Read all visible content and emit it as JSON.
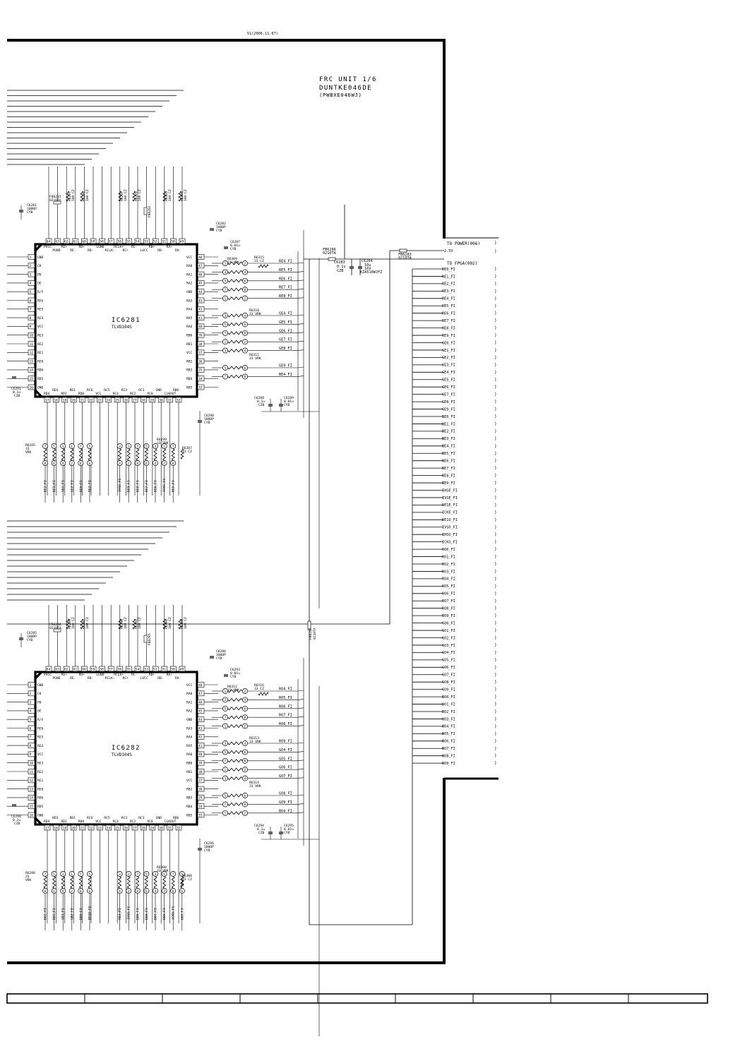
{
  "header": {
    "revision": "51(2006.11.07)"
  },
  "unit": {
    "title": "FRC UNIT 1/6",
    "code": "DUNTKE046DE",
    "pwb": "(PWBXE046WJ)"
  },
  "connectors": {
    "power_label": "TO POWER(006)",
    "power_net": "2.5V",
    "fpga_label": "TO FPGA(002)",
    "fpga_signals": [
      "RE0_FI",
      "RE1_FI",
      "RE2_FI",
      "RE3_FI",
      "RE4_FI",
      "RE5_FI",
      "RE6_FI",
      "RE7_FI",
      "RE8_FI",
      "RE9_FI",
      "GE0_FI",
      "GE1_FI",
      "GE2_FI",
      "GE3_FI",
      "GE4_FI",
      "GE5_FI",
      "GE6_FI",
      "GE7_FI",
      "GE8_FI",
      "GE9_FI",
      "BE0_FI",
      "BE1_FI",
      "BE2_FI",
      "BE3_FI",
      "BE4_FI",
      "BE5_FI",
      "BE6_FI",
      "BE7_FI",
      "BE8_FI",
      "BE9_FI",
      "IHSE_FI",
      "IVSE_FI",
      "DE1E_FI",
      "ICKE_FI",
      "DE1O_FI",
      "IVSO_FI",
      "IHSO_FI",
      "ICKO_FI",
      "RO0_FI",
      "RO1_FI",
      "RO2_FI",
      "RO3_FI",
      "RO4_FI",
      "RO5_FI",
      "RO6_FI",
      "RO7_FI",
      "RO8_FI",
      "RO9_FI",
      "GO0_FI",
      "GO1_FI",
      "GO2_FI",
      "GO3_FI",
      "GO4_FI",
      "GO5_FI",
      "GO6_FI",
      "GO7_FI",
      "GO8_FI",
      "GO9_FI",
      "BO0_FI",
      "BO1_FI",
      "BO2_FI",
      "BO3_FI",
      "BO4_FI",
      "BO5_FI",
      "BO6_FI",
      "BO7_FI",
      "BO8_FI",
      "BO9_FI"
    ]
  },
  "ics": [
    {
      "ref": "IC6281",
      "part": "TLVD104S",
      "top_pins": [
        "64",
        "63",
        "62",
        "61",
        "60",
        "59",
        "58",
        "57",
        "56",
        "55",
        "54",
        "53",
        "52",
        "51",
        "50",
        "49"
      ],
      "top_labels": [
        "PVCC",
        "PGND",
        "RE+",
        "RE-",
        "RD+",
        "RD-",
        "LGND",
        "RCLK-",
        "RCLK+",
        "RC+",
        "RC-",
        "LVCC",
        "RB+",
        "RB-",
        "RA+",
        "RA-"
      ],
      "left_pins": [
        "1",
        "2",
        "3",
        "4",
        "5",
        "6",
        "7",
        "8",
        "9",
        "10",
        "11",
        "12",
        "13",
        "14",
        "15",
        "16"
      ],
      "left_labels": [
        "GND",
        "CK",
        "PD",
        "OE",
        "R/F",
        "RE6",
        "RE5",
        "RE4",
        "VCC",
        "RE3",
        "RE2",
        "RE1",
        "RE0",
        "RD6",
        "RD5",
        "GND"
      ],
      "right_pins": [
        "48",
        "47",
        "46",
        "45",
        "44",
        "43",
        "42",
        "41",
        "40",
        "39",
        "38",
        "37",
        "36",
        "35",
        "34",
        "33"
      ],
      "right_labels": [
        "VCC",
        "RA0",
        "RA1",
        "RA2",
        "GND",
        "RA3",
        "RA4",
        "RA5",
        "RA6",
        "RB0",
        "RB1",
        "VCC",
        "RB2",
        "RB3",
        "RB4",
        "RB5"
      ],
      "bottom_pins": [
        "17",
        "18",
        "19",
        "20",
        "21",
        "22",
        "23",
        "24",
        "25",
        "26",
        "27",
        "28",
        "29",
        "30",
        "31",
        "32"
      ],
      "bottom_labels": [
        "RD4",
        "RD3",
        "RD2",
        "RD1",
        "RD0",
        "RC6",
        "VCC",
        "RC5",
        "RC4",
        "RC3",
        "RC2",
        "RC1",
        "RC0",
        "GND",
        "CLKOUT",
        "RB6"
      ],
      "outputs": [
        "RE4_FI",
        "RE5_FI",
        "RE6_FI",
        "RE7_FI",
        "RE8_FI",
        "GE4_FI",
        "GE5_FI",
        "GE6_FI",
        "GE7_FI",
        "GE8_FI",
        "GE9_FI",
        "BE4_FI"
      ],
      "bottom_outputs": [
        "BE2_FI",
        "BE1_FI",
        "GE3_FI",
        "GE2_FI",
        "BE0_FI",
        "RE3_FI",
        "IVSE_FI",
        "BE9_FI",
        "BE8_FI",
        "BE7_FI",
        "BE6_FI",
        "ICKE_FI",
        "BE5_FI"
      ],
      "parts": {
        "r_top": [
          "R6287",
          "R6291",
          "R6297",
          "R6301",
          "R6303",
          "R6305"
        ],
        "r_top_val": "100 CZ",
        "fb_top": "FB6281",
        "fb_top_val": "0210TA",
        "fb_mid": "FB6282",
        "c_left": "C6281",
        "c_left_val": "1000P",
        "c_left_type": "CYB",
        "c_top": "C6282",
        "c_top_val": "1000P",
        "c_top_type": "CYB",
        "c_mid": "C6287",
        "c_mid_val": "0.01u",
        "c_mid_type": "CYB",
        "rn_a": "R6309",
        "rn_a_val": "33 VRK",
        "r_single": "R6315",
        "r_single_val": "33 CZ",
        "rn_b": "R6310",
        "rn_b_val": "33 VRK",
        "rn_c": "R6311",
        "rn_c_val": "33 VRK",
        "c_br1": "C6288",
        "c_br1_val": "0.1u",
        "c_br1_type": "CZB",
        "c_br2": "C6289",
        "c_br2_val": "0.01u",
        "c_br2_type": "CYB",
        "c_bot": "C6290",
        "c_bot_val": "1000P",
        "c_bot_type": "CYB",
        "rn_bl": "R6285",
        "rn_bl_val": "33",
        "rn_bl_type": "VRK",
        "rn_bm": "R6299",
        "rn_bm_val": "33 VRK",
        "r_bot": "R6307",
        "r_bot_val": "33 CZ",
        "c_bl": "C6291",
        "c_bl_val": "0.1u",
        "c_bl_type": "CZB"
      }
    },
    {
      "ref": "IC6282",
      "part": "TLVD104S",
      "top_pins": [
        "64",
        "63",
        "62",
        "61",
        "60",
        "59",
        "58",
        "57",
        "56",
        "55",
        "54",
        "53",
        "52",
        "51",
        "50",
        "49"
      ],
      "top_labels": [
        "PVCC",
        "PGND",
        "RE+",
        "RE-",
        "RD+",
        "RD-",
        "LGND",
        "RCLK-",
        "RCLK+",
        "RC+",
        "RC-",
        "LVCC",
        "RB+",
        "RB-",
        "RA+",
        "RA-"
      ],
      "left_pins": [
        "1",
        "2",
        "3",
        "4",
        "5",
        "6",
        "7",
        "8",
        "9",
        "10",
        "11",
        "12",
        "13",
        "14",
        "15",
        "16"
      ],
      "left_labels": [
        "GND",
        "CK",
        "PD",
        "OE",
        "R/F",
        "RE6",
        "RE5",
        "RE4",
        "VCC",
        "RE3",
        "RE2",
        "RE1",
        "RE0",
        "RD6",
        "RD5",
        "GND"
      ],
      "right_pins": [
        "48",
        "47",
        "46",
        "45",
        "44",
        "43",
        "42",
        "41",
        "40",
        "39",
        "38",
        "37",
        "36",
        "35",
        "34",
        "33"
      ],
      "right_labels": [
        "VCC",
        "RA0",
        "RA1",
        "RA2",
        "GND",
        "RA3",
        "RA4",
        "RA5",
        "RA6",
        "RB0",
        "RB1",
        "VCC",
        "RB2",
        "RB3",
        "RB4",
        "RB5"
      ],
      "bottom_pins": [
        "17",
        "18",
        "19",
        "20",
        "21",
        "22",
        "23",
        "24",
        "25",
        "26",
        "27",
        "28",
        "29",
        "30",
        "31",
        "32"
      ],
      "bottom_labels": [
        "RD4",
        "RD3",
        "RD2",
        "RD1",
        "RD0",
        "RC6",
        "VCC",
        "RC5",
        "RC4",
        "RC3",
        "RC2",
        "RC1",
        "RC0",
        "GND",
        "CLKOUT",
        "RB6"
      ],
      "outputs": [
        "RO4_FI",
        "RO5_FI",
        "RO6_FI",
        "RO7_FI",
        "RO8_FI",
        "RO9_FI",
        "GO4_FI",
        "GO5_FI",
        "GO6_FI",
        "GO7_FI",
        "GO8_FI",
        "GO9_FI",
        "BO4_FI"
      ],
      "bottom_outputs": [
        "BO2_FI",
        "BO1_FI",
        "GO3_FI",
        "GO2_FI",
        "BO0_FI",
        "DE1O_FI",
        "RO3_FI",
        "IVSO_FI",
        "BO9_FI",
        "BO8_FI",
        "BO7_FI",
        "BO6_FI",
        "ICKO_FI",
        "BO5_FI"
      ],
      "parts": {
        "r_top": [
          "R6289",
          "R6292",
          "R6298",
          "R6302",
          "R6304",
          "R6306"
        ],
        "r_top_val": "100 CZ",
        "fb_top": "FB6284",
        "fb_top_val": "0210TA",
        "fb_mid": "FB6285",
        "c_left": "C6285",
        "c_left_val": "1000P",
        "c_left_type": "CYB",
        "c_top": "C6286",
        "c_top_val": "1000P",
        "c_top_type": "CYB",
        "c_mid": "C6293",
        "c_mid_val": "0.01u",
        "c_mid_type": "CYB",
        "rn_a": "R6312",
        "rn_a_val": "33 VRK",
        "r_single": "R6316",
        "r_single_val": "33 CZ",
        "rn_b": "R6313",
        "rn_b_val": "33 VRK",
        "rn_c": "R6314",
        "rn_c_val": "33 VRK",
        "c_br1": "C6294",
        "c_br1_val": "0.1u",
        "c_br1_type": "CZB",
        "c_br2": "C6295",
        "c_br2_val": "0.01u",
        "c_br2_type": "CYB",
        "c_bot": "C6296",
        "c_bot_val": "1000P",
        "c_bot_type": "CYB",
        "rn_bl": "R6286",
        "rn_bl_val": "33",
        "rn_bl_type": "VRK",
        "rn_bm": "R6300",
        "rn_bm_val": "33 VRK",
        "r_bot": "R6308",
        "r_bot_val": "33 CZ",
        "c_bl": "C6298",
        "c_bl_val": "0.1u",
        "c_bl_type": "CZB"
      }
    }
  ],
  "power_parts": {
    "fb_in": "FB6286",
    "fb_in_val": "0210TA",
    "c_a": "C6283",
    "c_a_val": "0.1u",
    "c_a_type": "CZB",
    "c_b": "C6284",
    "c_b_val": "10u",
    "c_b_v": "16V",
    "c_b_type": "KZA510WJFZ",
    "fb_out": "FB6283",
    "fb_out_val": "0210TA",
    "fb_vert": "FB6287",
    "fb_vert_val": "0210TA"
  },
  "colors": {
    "ink": "#000000",
    "paper": "#ffffff"
  }
}
